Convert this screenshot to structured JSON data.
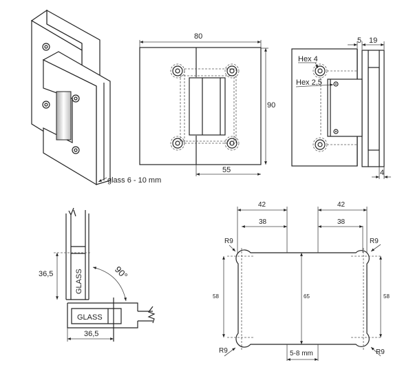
{
  "front_view": {
    "width_dim": "80",
    "height_dim": "90",
    "offset_dim": "55"
  },
  "side_view": {
    "hex_large": "Hex 4",
    "hex_small": "Hex 2,5",
    "gap_dim": "5",
    "depth_dim": "19",
    "plate_dim": "4"
  },
  "iso_view": {
    "glass_label": "glass 6 - 10 mm"
  },
  "top_section": {
    "glass_label_vertical": "GLASS",
    "glass_label_horizontal": "GLASS",
    "depth_vertical": "36,5",
    "depth_horizontal": "36,5",
    "angle": "90°"
  },
  "cutout": {
    "width_outer_left": "42",
    "width_inner_left": "38",
    "width_outer_right": "42",
    "width_inner_right": "38",
    "height_left": "58",
    "height_center": "65",
    "height_right": "58",
    "gap": "5-8 mm",
    "radius_tl": "R9",
    "radius_tr": "R9",
    "radius_bl": "R9",
    "radius_br": "R9"
  },
  "colors": {
    "line": "#222222",
    "background": "#ffffff",
    "hinge_highlight": "#dddddd"
  }
}
